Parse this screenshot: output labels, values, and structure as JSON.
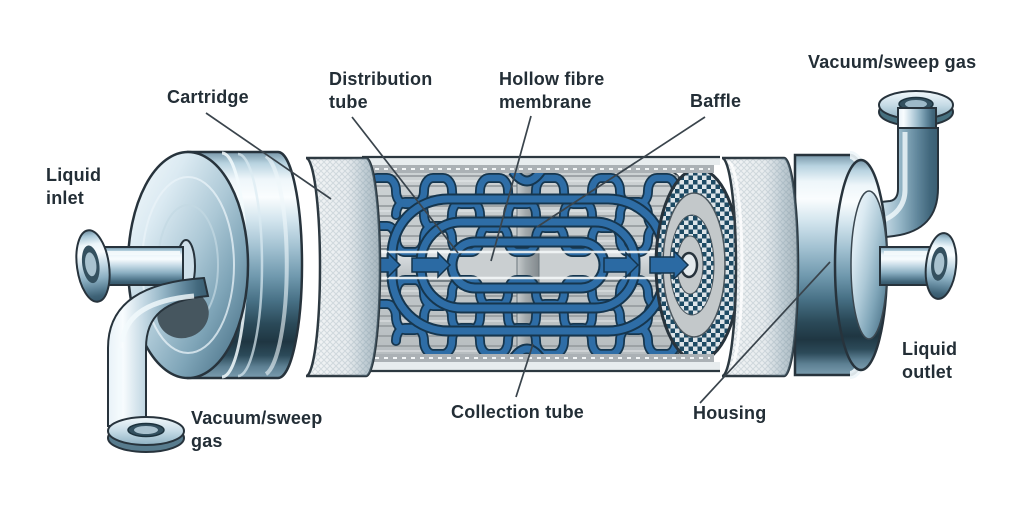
{
  "diagram": {
    "subject": "hollow-fibre-membrane-contactor",
    "labels": {
      "liquid_inlet": "Liquid inlet",
      "cartridge": "Cartridge",
      "distribution_tube": "Distribution tube",
      "hollow_fibre_membrane": "Hollow fibre membrane",
      "baffle": "Baffle",
      "vacuum_sweep_gas_top": "Vacuum/sweep gas",
      "liquid_outlet": "Liquid outlet",
      "housing": "Housing",
      "collection_tube": "Collection tube",
      "vacuum_sweep_gas_bottom": "Vacuum/sweep gas"
    },
    "colors": {
      "background": "#ffffff",
      "label_text": "#232e36",
      "pointer_line": "#3a444c",
      "fibre_blue": "#2e6da6",
      "fibre_outline": "#16364e",
      "metal_highlight": "#eef6fa",
      "metal_dark": "#24404f",
      "inner_gray": "#c3c9cb",
      "checker_dark": "#1d4a63"
    }
  }
}
